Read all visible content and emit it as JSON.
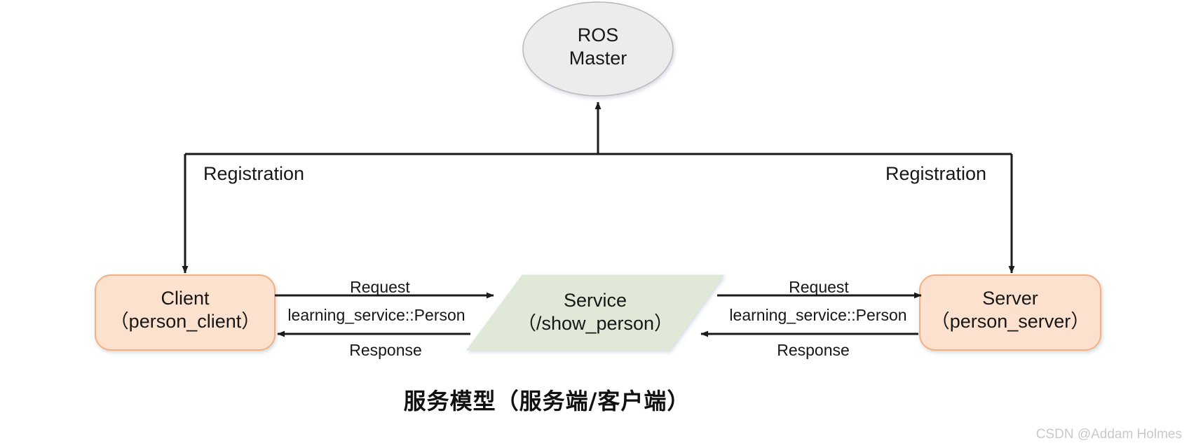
{
  "diagram": {
    "title": "服务模型（服务端/客户端）",
    "watermark": "CSDN @Addam Holmes",
    "colors": {
      "master_fill": "#ECECEC",
      "master_stroke": "#B7B7B7",
      "node_fill": "#FCE2CE",
      "node_stroke": "#F2B183",
      "service_fill": "#E0E9D8",
      "service_stroke": "#E0E9D8",
      "line": "#1a1a1a",
      "caption": "#111111",
      "watermark": "#c9c9c9"
    },
    "nodes": [
      {
        "id": "ros-master",
        "shape": "ellipse",
        "line1": "ROS",
        "line2": "Master"
      },
      {
        "id": "client",
        "shape": "rounded-rect",
        "line1": "Client",
        "line2": "（person_client）"
      },
      {
        "id": "service",
        "shape": "parallelogram",
        "line1": "Service",
        "line2": "（/show_person）"
      },
      {
        "id": "server",
        "shape": "rounded-rect",
        "line1": "Server",
        "line2": "（person_server）"
      }
    ],
    "registration": {
      "left_label": "Registration",
      "right_label": "Registration"
    },
    "left_edges": {
      "request_label": "Request",
      "type_label": "learning_service::Person",
      "response_label": "Response"
    },
    "right_edges": {
      "request_label": "Request",
      "type_label": "learning_service::Person",
      "response_label": "Response"
    }
  }
}
